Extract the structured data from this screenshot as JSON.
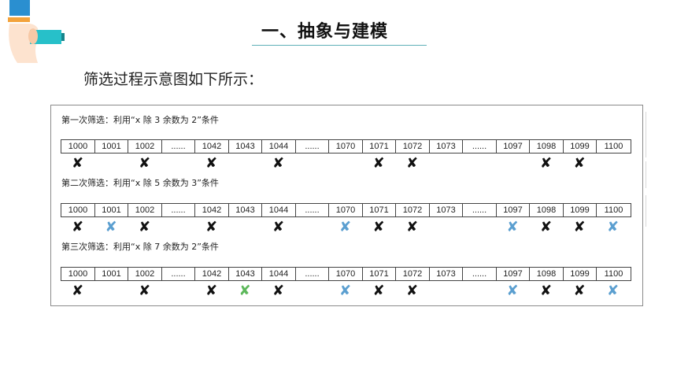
{
  "title": "一、抽象与建模",
  "intro": "筛选过程示意图如下所示：",
  "colors": {
    "accent": "#5fb0b8",
    "black_mark": "#111111",
    "blue_mark": "#5b9fd0",
    "green_mark": "#5db85b"
  },
  "cells": [
    "1000",
    "1001",
    "1002",
    "......",
    "1042",
    "1043",
    "1044",
    "......",
    "1070",
    "1071",
    "1072",
    "1073",
    "......",
    "1097",
    "1098",
    "1099",
    "1100"
  ],
  "stages": [
    {
      "label": "第一次筛选：利用“x 除 3 余数为 2”条件",
      "marks": [
        {
          "i": 0,
          "c": "black"
        },
        {
          "i": 2,
          "c": "black"
        },
        {
          "i": 4,
          "c": "black"
        },
        {
          "i": 6,
          "c": "black"
        },
        {
          "i": 9,
          "c": "black"
        },
        {
          "i": 10,
          "c": "black"
        },
        {
          "i": 14,
          "c": "black"
        },
        {
          "i": 15,
          "c": "black"
        }
      ]
    },
    {
      "label": "第二次筛选：利用“x 除 5 余数为 3”条件",
      "marks": [
        {
          "i": 0,
          "c": "black"
        },
        {
          "i": 1,
          "c": "blue"
        },
        {
          "i": 2,
          "c": "black"
        },
        {
          "i": 4,
          "c": "black"
        },
        {
          "i": 6,
          "c": "black"
        },
        {
          "i": 8,
          "c": "blue"
        },
        {
          "i": 9,
          "c": "black"
        },
        {
          "i": 10,
          "c": "black"
        },
        {
          "i": 13,
          "c": "blue"
        },
        {
          "i": 14,
          "c": "black"
        },
        {
          "i": 15,
          "c": "black"
        },
        {
          "i": 16,
          "c": "blue"
        }
      ]
    },
    {
      "label": "第三次筛选：利用“x 除 7 余数为 2”条件",
      "marks": [
        {
          "i": 0,
          "c": "black"
        },
        {
          "i": 2,
          "c": "black"
        },
        {
          "i": 4,
          "c": "black"
        },
        {
          "i": 5,
          "c": "green"
        },
        {
          "i": 6,
          "c": "black"
        },
        {
          "i": 8,
          "c": "blue"
        },
        {
          "i": 9,
          "c": "black"
        },
        {
          "i": 10,
          "c": "black"
        },
        {
          "i": 13,
          "c": "blue"
        },
        {
          "i": 14,
          "c": "black"
        },
        {
          "i": 15,
          "c": "black"
        },
        {
          "i": 16,
          "c": "blue"
        }
      ]
    }
  ],
  "mark_glyph": "✘"
}
